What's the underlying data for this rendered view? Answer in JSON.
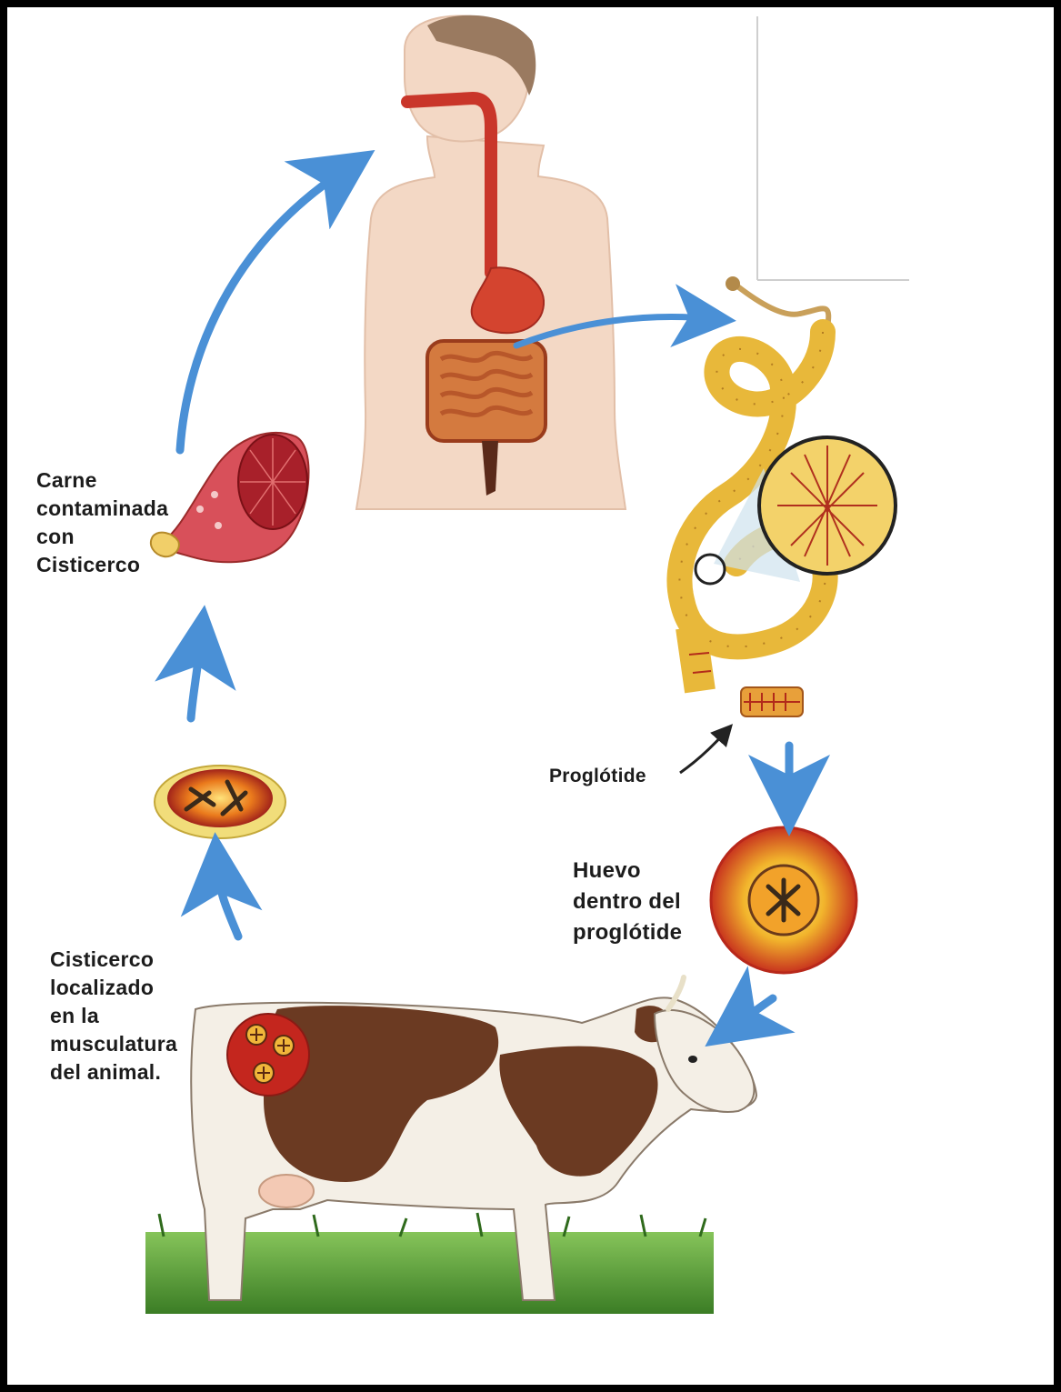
{
  "labels": {
    "meat": "Carne\ncontaminada\ncon\nCisticerco",
    "proglottid": "Proglótide",
    "egg": "Huevo\ndentro del\nproglótide",
    "cysticercus": "Cisticerco\nlocalizado\nen la\nmusculatura\ndel animal."
  },
  "colors": {
    "arrow": "#4a90d6",
    "skin": "#f3d8c5",
    "gut": "#c9362a",
    "tapeworm": "#e8b83a",
    "cow_brown": "#6b3a22",
    "grass": "#5fa83a",
    "border": "#000000"
  }
}
